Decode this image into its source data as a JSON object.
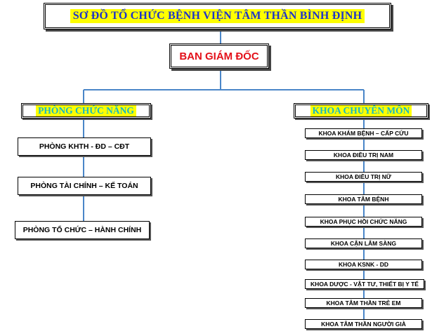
{
  "title": "SƠ ĐỒ TỔ CHỨC BỆNH VIỆN TÂM THẦN BÌNH ĐỊNH",
  "board": "BAN GIÁM ĐỐC",
  "functional": {
    "header": "PHÒNG CHỨC NĂNG",
    "departments": [
      "PHÒNG KHTH - ĐD – CĐT",
      "PHÒNG TÀI CHÍNH – KẾ TOÁN",
      "PHÒNG TỔ CHỨC – HÀNH CHÍNH"
    ]
  },
  "clinical": {
    "header": "KHOA CHUYÊN MÔN",
    "units": [
      "KHOA KHÁM BỆNH – CẤP CỨU",
      "KHOA ĐIỀU TRỊ NAM",
      "KHOA ĐIỀU TRỊ NỮ",
      "KHOA TÂM BỆNH",
      "KHOA PHỤC HỒI CHỨC NĂNG",
      "KHOA CẬN LÂM SÀNG",
      "KHOA KSNK - DD",
      "KHOA DƯỢC - VẬT TƯ, THIẾT BỊ Y TẾ",
      "KHOA TÂM THẦN TRẺ EM",
      "KHOA TÂM THẦN NGƯỜI GIÀ"
    ]
  },
  "colors": {
    "connector": "#4a86c8",
    "title_text": "#1f35c8",
    "title_bg": "#ffff00",
    "board_text": "#e3101a",
    "section_text": "#14b8c6"
  }
}
